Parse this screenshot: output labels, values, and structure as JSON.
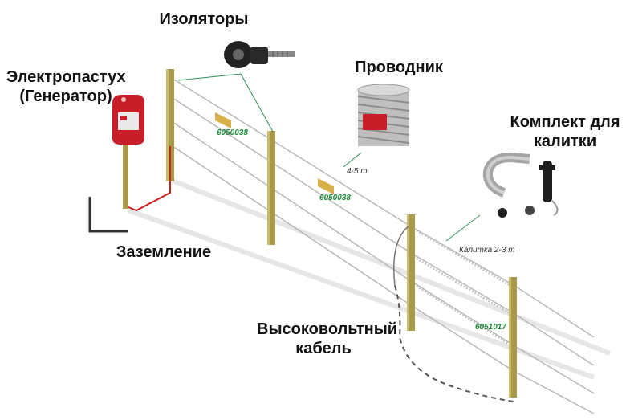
{
  "labels": {
    "energizer": [
      "Электропастух",
      "(Генератор)"
    ],
    "insulators": "Изоляторы",
    "conductor": "Проводник",
    "gate_kit": [
      "Комплект для",
      "калитки"
    ],
    "grounding": "Заземление",
    "hv_cable": [
      "Высоковольтный",
      "кабель"
    ]
  },
  "codes": {
    "sign1": "6050038",
    "sign2": "6050038",
    "sign3": "6051017"
  },
  "notes": {
    "spacing": "4-5 m",
    "gate_width": "Калитка 2-3 m"
  },
  "colors": {
    "energizer_red": "#c81e2a",
    "post": "#a99a4a",
    "sign": "#d8b04a",
    "leader_green": "#2f8f5a",
    "code_green": "#1f8c3a",
    "ground_red": "#cc2020"
  }
}
